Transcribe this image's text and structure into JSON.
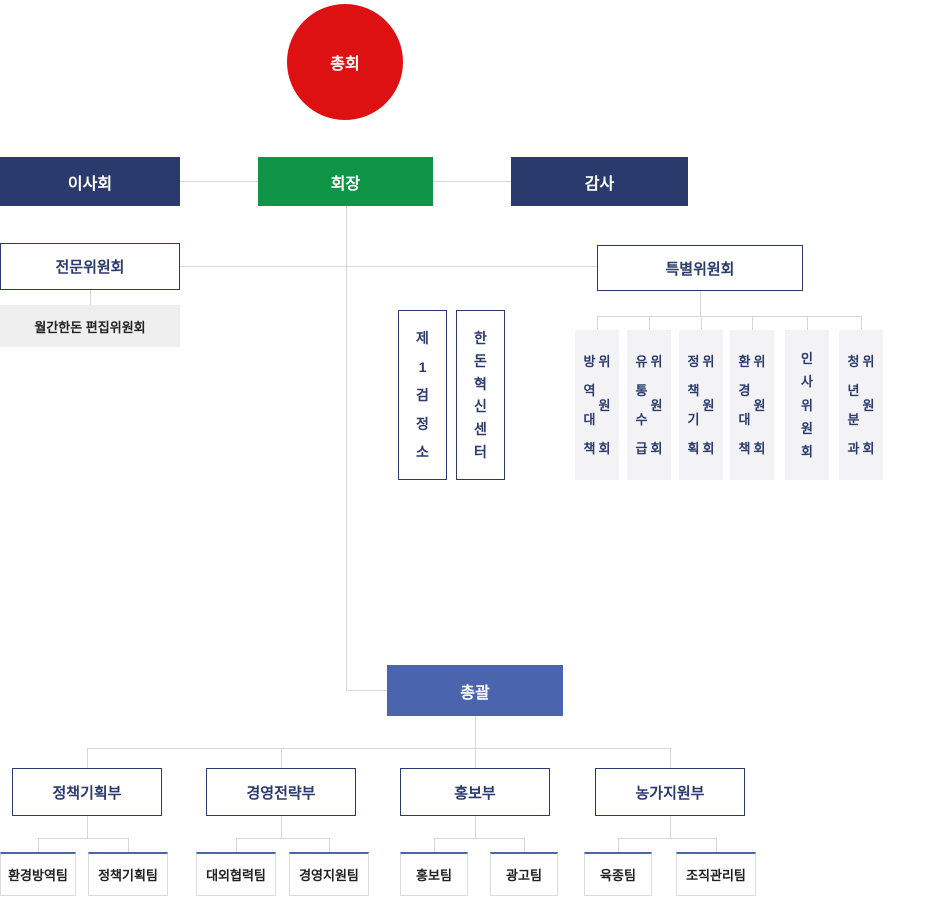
{
  "org_chart": {
    "assembly": {
      "label": "총회"
    },
    "top_row": {
      "board": "이사회",
      "chairman": "회장",
      "auditor": "감사"
    },
    "expert_committee": {
      "label": "전문위원회",
      "sub": "월간한돈 편집위원회"
    },
    "special_committee": {
      "label": "특별위원회",
      "units": [
        {
          "name": "방역대책위원회",
          "col1": "방역대책",
          "col2": "위원회"
        },
        {
          "name": "유통수급위원회",
          "col1": "유통수급",
          "col2": "위원회"
        },
        {
          "name": "정책기획위원회",
          "col1": "정책기획",
          "col2": "위원회"
        },
        {
          "name": "환경대책위원회",
          "col1": "환경대책",
          "col2": "위원회"
        },
        {
          "name": "인사위원회",
          "col1": "인사위원회"
        },
        {
          "name": "청년분과위원회",
          "col1": "청년분과",
          "col2": "위원회"
        }
      ]
    },
    "independent_units": [
      {
        "name": "제1검정소",
        "text": "제1검정소"
      },
      {
        "name": "한돈혁신센터",
        "text": "한돈혁신센터"
      }
    ],
    "general_division": {
      "label": "총괄"
    },
    "departments": [
      {
        "name": "정책기획부",
        "teams": [
          "환경방역팀",
          "정책기획팀"
        ]
      },
      {
        "name": "경영전략부",
        "teams": [
          "대외협력팀",
          "경영지원팀"
        ]
      },
      {
        "name": "홍보부",
        "teams": [
          "홍보팀",
          "광고팀"
        ]
      },
      {
        "name": "농가지원부",
        "teams": [
          "육종팀",
          "조직관리팀"
        ]
      }
    ],
    "colors": {
      "red": "#dd1111",
      "navy": "#2a3a6d",
      "green": "#0f9448",
      "blue": "#4a64ae",
      "line": "#d6d6d6",
      "graybox": "#efefef",
      "subunitbg": "#f3f3f5"
    }
  }
}
